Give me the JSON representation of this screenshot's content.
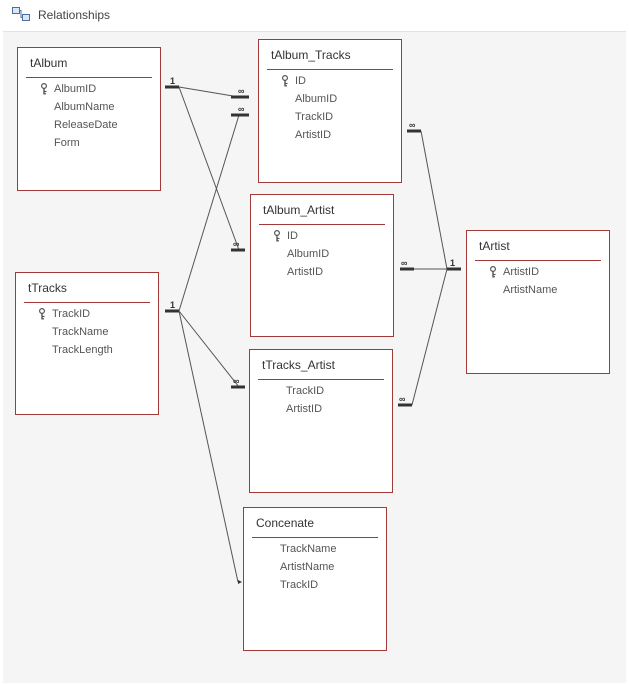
{
  "window": {
    "title": "Relationships",
    "icon": "relationships-icon"
  },
  "tables": {
    "tAlbum": {
      "title": "tAlbum",
      "fields": [
        "AlbumID",
        "AlbumName",
        "ReleaseDate",
        "Form"
      ],
      "keys": [
        0
      ]
    },
    "tAlbum_Tracks": {
      "title": "tAlbum_Tracks",
      "fields": [
        "ID",
        "AlbumID",
        "TrackID",
        "ArtistID"
      ],
      "keys": [
        0
      ]
    },
    "tAlbum_Artist": {
      "title": "tAlbum_Artist",
      "fields": [
        "ID",
        "AlbumID",
        "ArtistID"
      ],
      "keys": [
        0
      ]
    },
    "tArtist": {
      "title": "tArtist",
      "fields": [
        "ArtistID",
        "ArtistName"
      ],
      "keys": [
        0
      ]
    },
    "tTracks": {
      "title": "tTracks",
      "fields": [
        "TrackID",
        "TrackName",
        "TrackLength"
      ],
      "keys": [
        0
      ]
    },
    "tTracks_Artist": {
      "title": "tTracks_Artist",
      "fields": [
        "TrackID",
        "ArtistID"
      ],
      "keys": []
    },
    "Concenate": {
      "title": "Concenate",
      "fields": [
        "TrackName",
        "ArtistName",
        "TrackID"
      ],
      "keys": []
    }
  },
  "relationships": [
    {
      "from": "tAlbum.AlbumID",
      "to": "tAlbum_Tracks.AlbumID",
      "from_label": "1",
      "to_label": "∞"
    },
    {
      "from": "tAlbum.AlbumID",
      "to": "tAlbum_Artist.AlbumID",
      "from_label": "",
      "to_label": "∞"
    },
    {
      "from": "tTracks.TrackID",
      "to": "tAlbum_Tracks.TrackID",
      "from_label": "1",
      "to_label": "∞"
    },
    {
      "from": "tTracks.TrackID",
      "to": "tTracks_Artist.TrackID",
      "from_label": "",
      "to_label": "∞"
    },
    {
      "from": "tTracks.TrackID",
      "to": "Concenate.TrackID",
      "from_label": "",
      "to_label": ""
    },
    {
      "from": "tArtist.ArtistID",
      "to": "tAlbum_Tracks.ArtistID",
      "from_label": "1",
      "to_label": "∞"
    },
    {
      "from": "tArtist.ArtistID",
      "to": "tAlbum_Artist.ArtistID",
      "from_label": "",
      "to_label": "∞"
    },
    {
      "from": "tArtist.ArtistID",
      "to": "tTracks_Artist.ArtistID",
      "from_label": "",
      "to_label": "∞"
    }
  ],
  "colors": {
    "table_border": "#a23a3a",
    "canvas": "#f5f5f5",
    "line": "#555555"
  }
}
